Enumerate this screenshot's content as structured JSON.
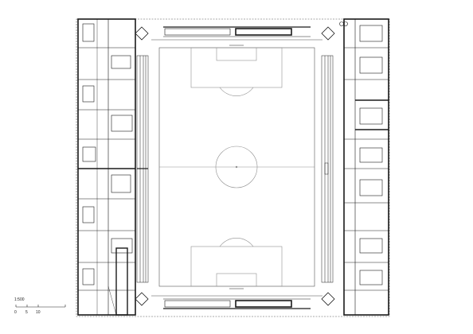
{
  "scale": {
    "ratio_label": "1:500",
    "tick_labels": [
      "0",
      "5",
      "10"
    ]
  },
  "colors": {
    "background": "#ffffff",
    "line": "#1a1a1a",
    "wall": "#000000",
    "pitch_line": "#9a9a9a"
  }
}
